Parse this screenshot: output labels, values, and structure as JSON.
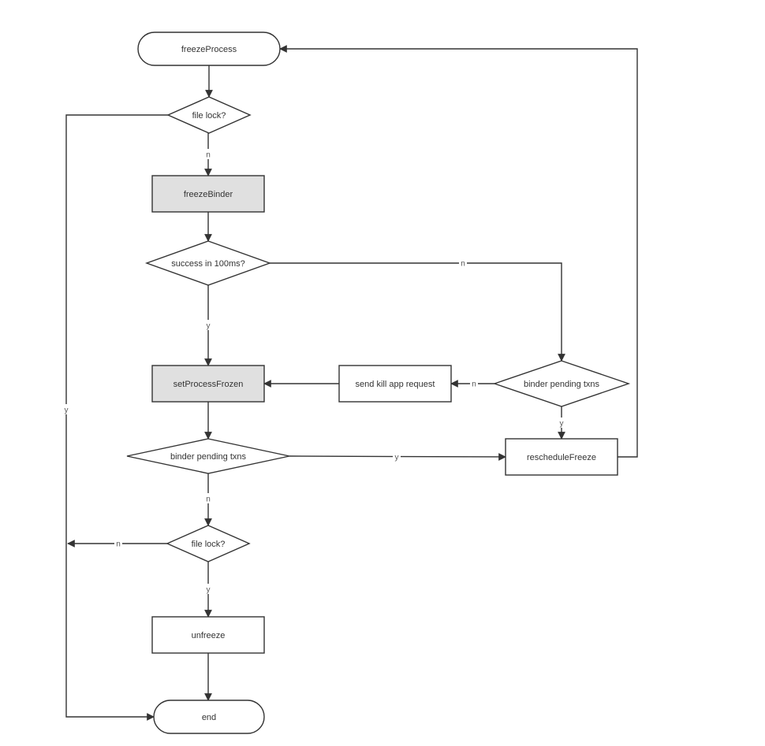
{
  "flowchart": {
    "nodes": [
      {
        "id": "start",
        "label": "freezeProcess",
        "shape": "terminator"
      },
      {
        "id": "filelock1",
        "label": "file lock?",
        "shape": "decision"
      },
      {
        "id": "freezeBinder",
        "label": "freezeBinder",
        "shape": "process-shaded"
      },
      {
        "id": "success",
        "label": "success in 100ms?",
        "shape": "decision"
      },
      {
        "id": "setFrozen",
        "label": "setProcessFrozen",
        "shape": "process-shaded"
      },
      {
        "id": "killApp",
        "label": "send kill app request",
        "shape": "process"
      },
      {
        "id": "binderPending1",
        "label": "binder pending txns",
        "shape": "decision"
      },
      {
        "id": "binderPending2",
        "label": "binder pending txns",
        "shape": "decision"
      },
      {
        "id": "reschedule",
        "label": "rescheduleFreeze",
        "shape": "process"
      },
      {
        "id": "filelock2",
        "label": "file lock?",
        "shape": "decision"
      },
      {
        "id": "unfreeze",
        "label": "unfreeze",
        "shape": "process"
      },
      {
        "id": "end",
        "label": "end",
        "shape": "terminator"
      }
    ],
    "edges": [
      {
        "from": "start",
        "to": "filelock1",
        "label": ""
      },
      {
        "from": "filelock1",
        "to": "freezeBinder",
        "label": "n"
      },
      {
        "from": "filelock1",
        "to": "end",
        "label": "y"
      },
      {
        "from": "freezeBinder",
        "to": "success",
        "label": ""
      },
      {
        "from": "success",
        "to": "setFrozen",
        "label": "y"
      },
      {
        "from": "success",
        "to": "binderPending1",
        "label": "n"
      },
      {
        "from": "binderPending1",
        "to": "killApp",
        "label": "n"
      },
      {
        "from": "binderPending1",
        "to": "reschedule",
        "label": "y"
      },
      {
        "from": "killApp",
        "to": "setFrozen",
        "label": ""
      },
      {
        "from": "setFrozen",
        "to": "binderPending2",
        "label": ""
      },
      {
        "from": "binderPending2",
        "to": "reschedule",
        "label": "y"
      },
      {
        "from": "binderPending2",
        "to": "filelock2",
        "label": "n"
      },
      {
        "from": "filelock2",
        "to": "unfreeze",
        "label": "y"
      },
      {
        "from": "filelock2",
        "to": "end",
        "label": "n"
      },
      {
        "from": "unfreeze",
        "to": "end",
        "label": ""
      },
      {
        "from": "reschedule",
        "to": "start",
        "label": ""
      }
    ]
  },
  "colors": {
    "stroke": "#333333",
    "shaded_fill": "#e0e0e0",
    "fill": "#ffffff",
    "text": "#333333"
  }
}
